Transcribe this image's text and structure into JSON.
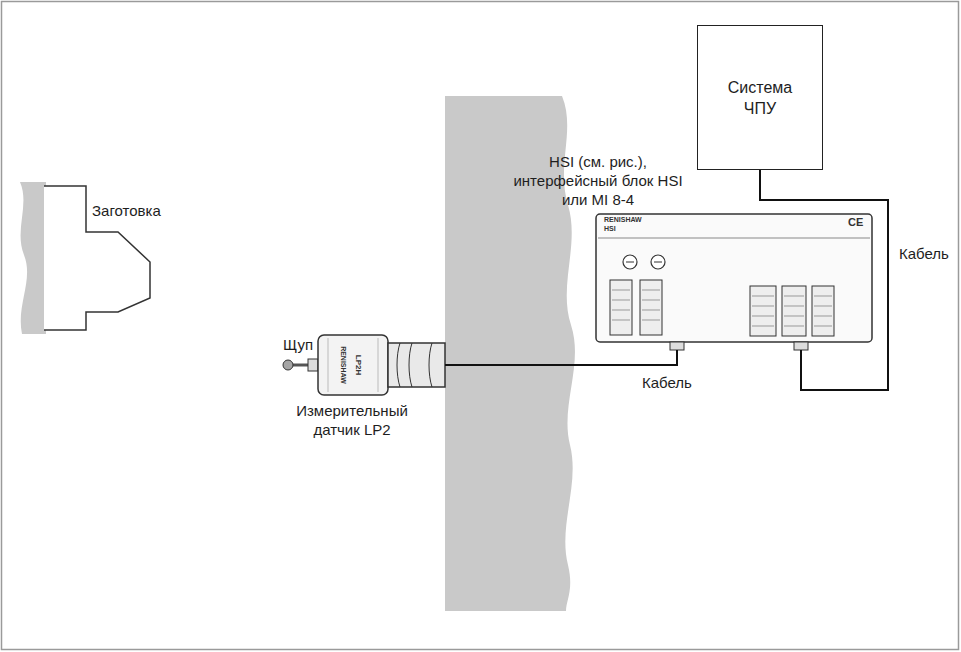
{
  "diagram": {
    "nodes": [
      {
        "text": [
          "Система ЧПУ"
        ]
      },
      {
        "text": [
          "HSI (см. рис.), интерфейсный блок HSI или MI 8-4"
        ]
      },
      {
        "text": [
          "Измерительный датчик LP2"
        ]
      }
    ],
    "edges": [
      {
        "from": 0,
        "to": 1,
        "arrow": "none",
        "label": "Кабель"
      },
      {
        "from": 1,
        "to": 2,
        "arrow": "none",
        "label": "Кабель"
      }
    ],
    "labels": [
      "Заготовка",
      "Щуп",
      "RENISHAW",
      "HSI",
      "CE",
      "RENISHAW",
      "LP2H"
    ]
  }
}
